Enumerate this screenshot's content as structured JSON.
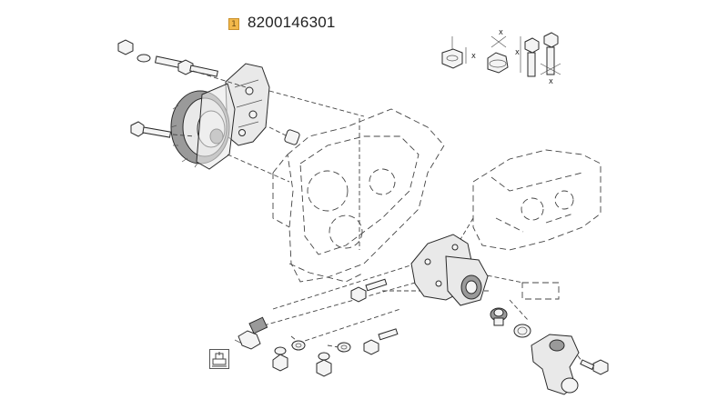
{
  "callout": {
    "index": "1",
    "part_number": "8200146301"
  },
  "legend": {
    "axis_labels": [
      "X",
      "X",
      "X",
      "X"
    ]
  },
  "icons": {
    "tool": "tool-icon",
    "fastener_legend": "fastener-legend-icon"
  }
}
